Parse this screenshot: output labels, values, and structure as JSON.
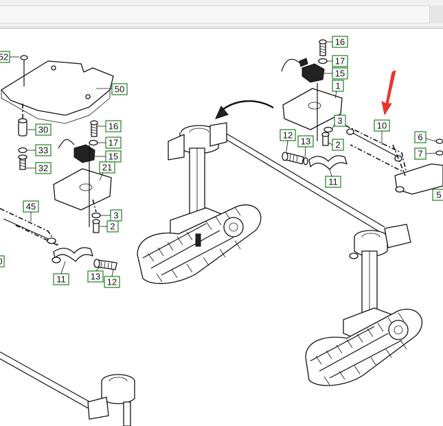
{
  "colors": {
    "label_border": "#2a8a2a",
    "annotation_arrow": "#e8352c",
    "ink": "#111111",
    "window_bar": "#f0f0f0"
  },
  "callouts": [
    {
      "id": "c52a",
      "text": "52"
    },
    {
      "id": "c50",
      "text": "50"
    },
    {
      "id": "c30",
      "text": "30"
    },
    {
      "id": "c33",
      "text": "33"
    },
    {
      "id": "c32",
      "text": "32"
    },
    {
      "id": "c16a",
      "text": "16"
    },
    {
      "id": "c17a",
      "text": "17"
    },
    {
      "id": "c15a",
      "text": "15"
    },
    {
      "id": "c21",
      "text": "21"
    },
    {
      "id": "c45",
      "text": "45"
    },
    {
      "id": "c3a",
      "text": "3"
    },
    {
      "id": "c2a",
      "text": "2"
    },
    {
      "id": "c11a",
      "text": "11"
    },
    {
      "id": "c13a",
      "text": "13"
    },
    {
      "id": "c12a",
      "text": "12"
    },
    {
      "id": "c0edge",
      "text": "0"
    },
    {
      "id": "c16b",
      "text": "16"
    },
    {
      "id": "c17b",
      "text": "17"
    },
    {
      "id": "c15b",
      "text": "15"
    },
    {
      "id": "c1",
      "text": "1"
    },
    {
      "id": "c3b",
      "text": "3"
    },
    {
      "id": "c10",
      "text": "10"
    },
    {
      "id": "c12b",
      "text": "12"
    },
    {
      "id": "c13b",
      "text": "13"
    },
    {
      "id": "c2b",
      "text": "2"
    },
    {
      "id": "c11b",
      "text": "11"
    },
    {
      "id": "c6",
      "text": "6"
    },
    {
      "id": "c7",
      "text": "7"
    },
    {
      "id": "c5",
      "text": "5"
    }
  ]
}
